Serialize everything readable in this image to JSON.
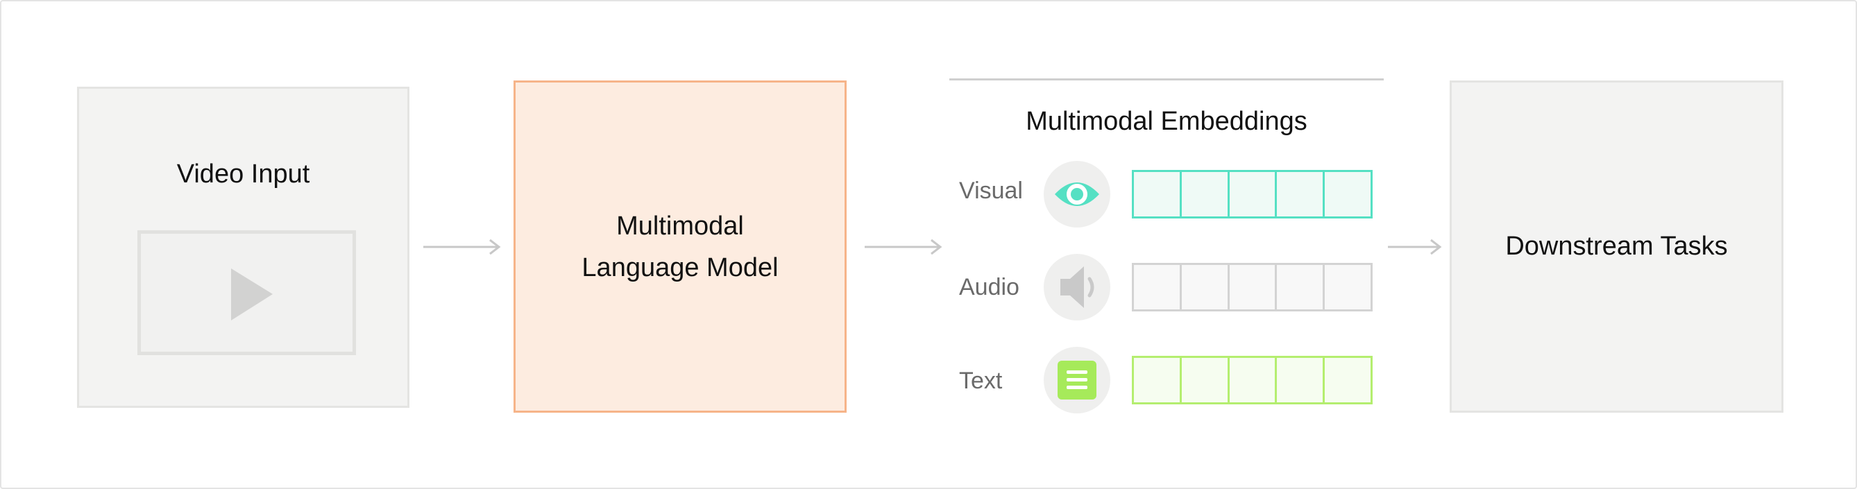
{
  "video_input": {
    "title": "Video Input",
    "icon": "play-icon"
  },
  "model": {
    "line1": "Multimodal",
    "line2": "Language Model"
  },
  "embeddings": {
    "title": "Multimodal Embeddings",
    "rows": [
      {
        "label": "Visual",
        "icon": "eye-icon",
        "color": "#55e0c3",
        "fill": "#effaf6",
        "cells": 5
      },
      {
        "label": "Audio",
        "icon": "speaker-icon",
        "color": "#d3d3d3",
        "fill": "#f8f8f8",
        "cells": 5
      },
      {
        "label": "Text",
        "icon": "document-icon",
        "color": "#b4ee6f",
        "fill": "#f6fdf0",
        "cells": 5
      }
    ]
  },
  "downstream": {
    "title": "Downstream Tasks"
  },
  "colors": {
    "model_fill": "#fdece0",
    "model_border": "#f6b489",
    "arrow": "#c8c8c8"
  }
}
